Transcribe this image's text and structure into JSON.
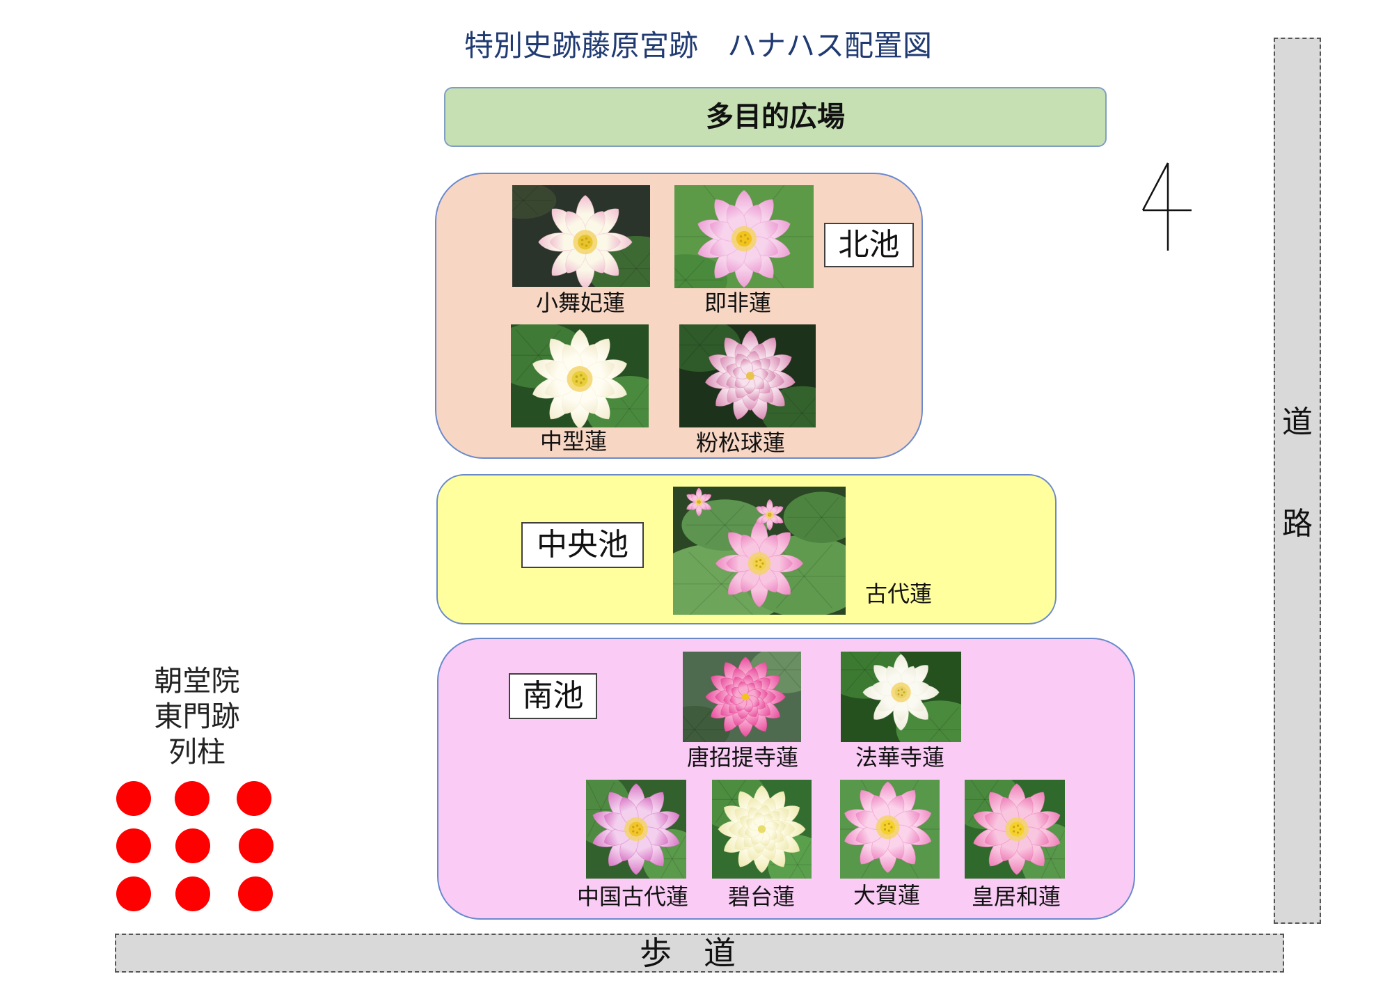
{
  "title": "特別史跡藤原宮跡　ハナハス配置図",
  "plaza": {
    "label": "多目的広場",
    "color": "#c6e0b4"
  },
  "north_pond": {
    "label": "北池",
    "color": "#f8d6c4",
    "varieties": [
      {
        "name": "小舞妃蓮",
        "petal_color": "#fbf8e8",
        "tip_color": "#f2c1d4",
        "center_color": "#e8c42c"
      },
      {
        "name": "即非蓮",
        "petal_color": "#f7d3ec",
        "tip_color": "#ec9fd4",
        "center_color": "#f2c21d"
      },
      {
        "name": "中型蓮",
        "petal_color": "#fffdf2",
        "tip_color": "#f3ecd0",
        "center_color": "#e6cf3a"
      },
      {
        "name": "粉松球蓮",
        "petal_color": "#f6e1ec",
        "tip_color": "#d98ab3",
        "center_color": "#e8c44a"
      }
    ]
  },
  "central_pond": {
    "label": "中央池",
    "color": "#ffff9e",
    "varieties": [
      {
        "name": "古代蓮",
        "petal_color": "#f8c6e0",
        "tip_color": "#ee89c4",
        "center_color": "#f3d34a"
      }
    ]
  },
  "south_pond": {
    "label": "南池",
    "color": "#f9cbf5",
    "varieties": [
      {
        "name": "唐招提寺蓮",
        "petal_color": "#f7a9d0",
        "tip_color": "#e94d9c",
        "center_color": "#f2c21d"
      },
      {
        "name": "法華寺蓮",
        "petal_color": "#fbfaf2",
        "tip_color": "#eeecdc",
        "center_color": "#e8d36a"
      },
      {
        "name": "中国古代蓮",
        "petal_color": "#f3d0ee",
        "tip_color": "#d97ac6",
        "center_color": "#f3c52a"
      },
      {
        "name": "碧台蓮",
        "petal_color": "#fdfbe6",
        "tip_color": "#efe9b0",
        "center_color": "#e9dc6a"
      },
      {
        "name": "大賀蓮",
        "petal_color": "#fbd3ea",
        "tip_color": "#f08cc6",
        "center_color": "#f5d12a"
      },
      {
        "name": "皇居和蓮",
        "petal_color": "#f9c6e0",
        "tip_color": "#ef7fb8",
        "center_color": "#f5d12a"
      }
    ]
  },
  "colonnade": {
    "lines": [
      "朝堂院",
      "東門跡",
      "列柱"
    ],
    "dot_color": "#ff0000"
  },
  "road": {
    "chars": [
      "道",
      "路"
    ],
    "color": "#d9d9d9"
  },
  "sidewalk": {
    "label": "歩　道",
    "color": "#d9d9d9"
  },
  "icons": {
    "north_arrow": "north-arrow-icon"
  }
}
